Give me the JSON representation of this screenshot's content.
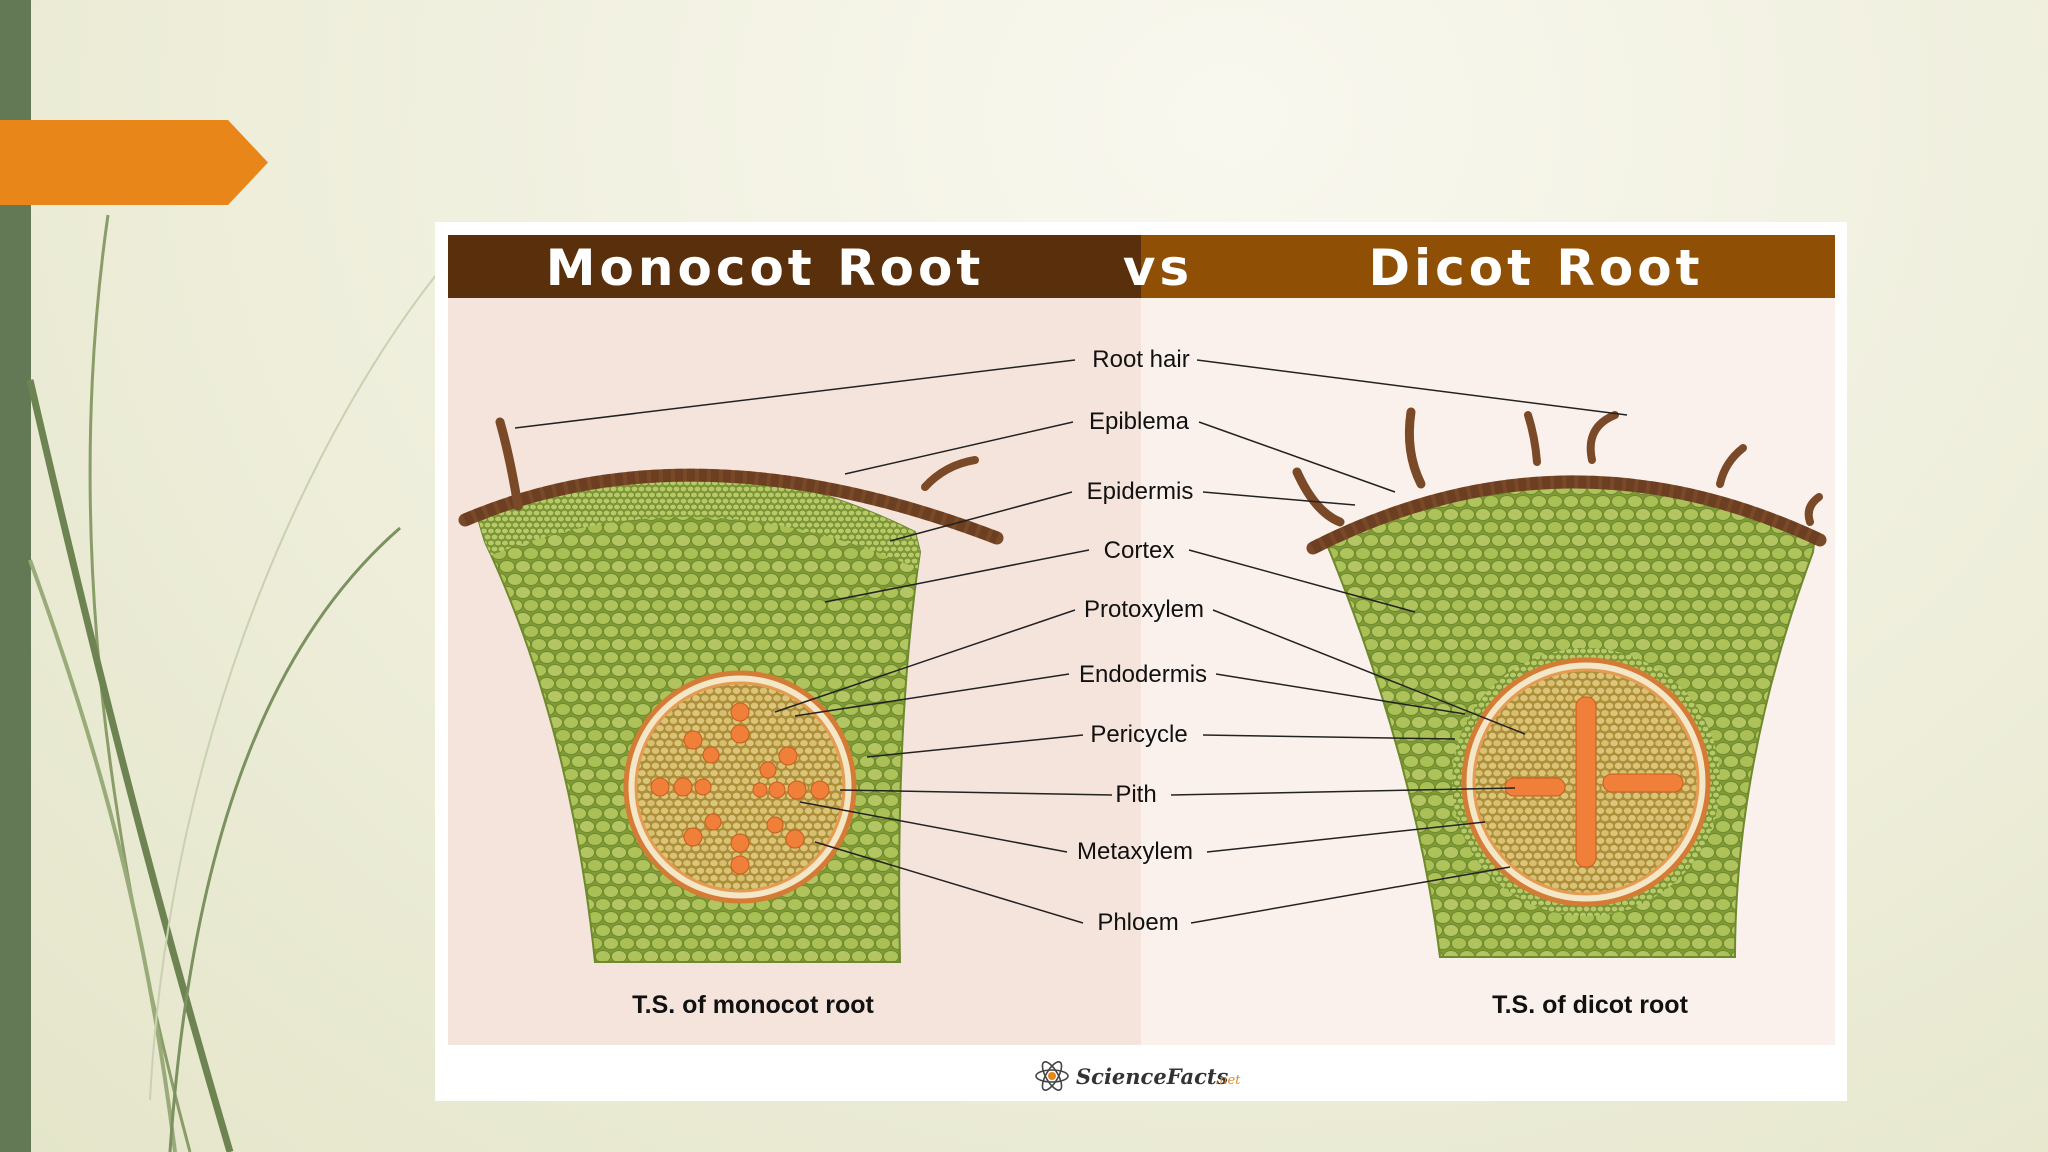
{
  "header": {
    "left_title": "Monocot Root",
    "vs": "vs",
    "right_title": "Dicot Root"
  },
  "labels": [
    "Root hair",
    "Epiblema",
    "Epidermis",
    "Cortex",
    "Protoxylem",
    "Endodermis",
    "Pericycle",
    "Pith",
    "Metaxylem",
    "Phloem"
  ],
  "captions": {
    "monocot": "T.S. of monocot root",
    "dicot": "T.S. of dicot root"
  },
  "credit": {
    "brand": "ScienceFacts",
    "suffix": ".net"
  },
  "colors": {
    "header_left": "#5a2f0c",
    "header_right": "#8f4f05",
    "orange_tab": "#e8861a",
    "cell_green": "#a9bd52",
    "xylem_orange": "#f07f3a",
    "panel_left": "#f5e4dc",
    "panel_right": "#fbf1ec"
  }
}
